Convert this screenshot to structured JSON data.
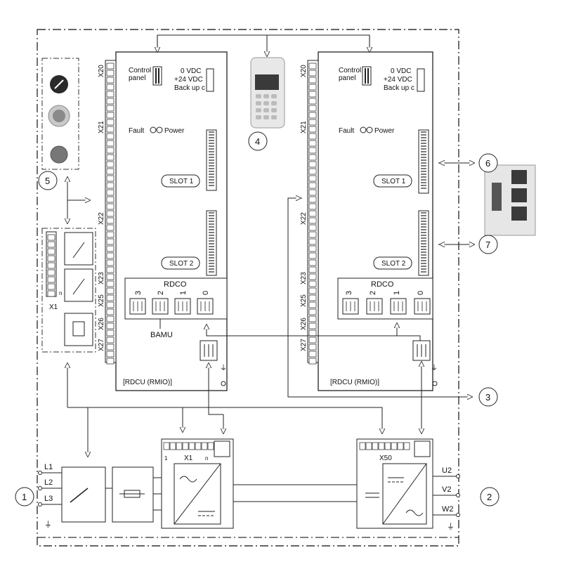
{
  "board_left": {
    "control_panel": "Control\npanel",
    "v0": "0 VDC",
    "v24": "+24 VDC",
    "backup": "Back up c",
    "fault": "Fault",
    "power": "Power",
    "slot1": "SLOT 1",
    "slot2": "SLOT 2",
    "rdco": "RDCO",
    "bamu": "BAMU",
    "footer": "[RDCU (RMIO)]",
    "connectors": [
      "X20",
      "X21",
      "X22",
      "X23",
      "X25",
      "X26",
      "X27"
    ],
    "rdco_ports": [
      "3",
      "2",
      "1",
      "0"
    ]
  },
  "board_right": {
    "control_panel": "Control\npanel",
    "v0": "0 VDC",
    "v24": "+24 VDC",
    "backup": "Back up c",
    "fault": "Fault",
    "power": "Power",
    "slot1": "SLOT 1",
    "slot2": "SLOT 2",
    "rdco": "RDCO",
    "footer": "[RDCU (RMIO)]",
    "connectors": [
      "X20",
      "X21",
      "X22",
      "X23",
      "X25",
      "X26",
      "X27"
    ],
    "rdco_ports": [
      "3",
      "2",
      "1",
      "0"
    ]
  },
  "terminal_left": {
    "name": "X1",
    "first": "1",
    "last": "n"
  },
  "terminal_right": {
    "name": "X50"
  },
  "x1_block": {
    "name": "X1",
    "n": "n"
  },
  "supply_inputs": [
    "L1",
    "L2",
    "L3"
  ],
  "outputs": [
    "U2",
    "V2",
    "W2"
  ],
  "callouts": [
    "1",
    "2",
    "3",
    "4",
    "5",
    "6",
    "7"
  ],
  "colors": {
    "line": "#222222",
    "dash": "#333333",
    "panel_bg": "#eeeeee"
  }
}
